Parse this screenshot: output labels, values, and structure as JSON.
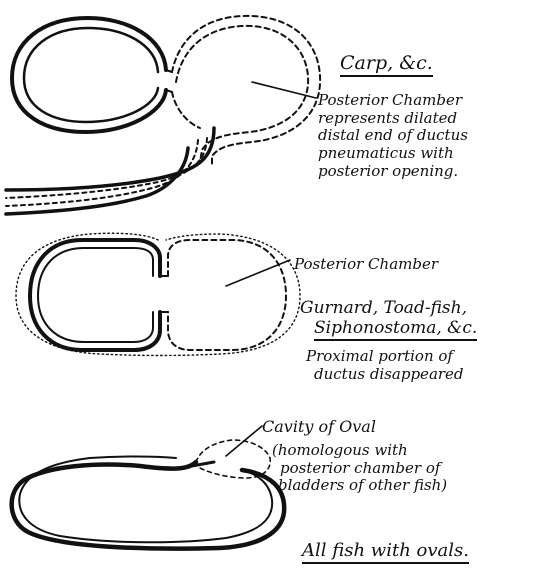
{
  "diagram_1": {
    "title": "Carp, &c.",
    "description_lines": [
      "Posterior Chamber",
      "represents dilated",
      "distal end of ductus",
      "pneumaticus with",
      "posterior opening."
    ]
  },
  "diagram_2": {
    "pointer_label": "Posterior Chamber",
    "species_lines": [
      "Gurnard, Toad-fish,",
      "Siphonostoma, &c."
    ],
    "description_lines": [
      "Proximal portion of",
      "ductus disappeared"
    ]
  },
  "diagram_3": {
    "pointer_label": "Cavity of Oval",
    "description_lines": [
      "(homologous with",
      "posterior chamber of",
      "bladders of other fish)"
    ],
    "footer": "All fish with ovals."
  }
}
